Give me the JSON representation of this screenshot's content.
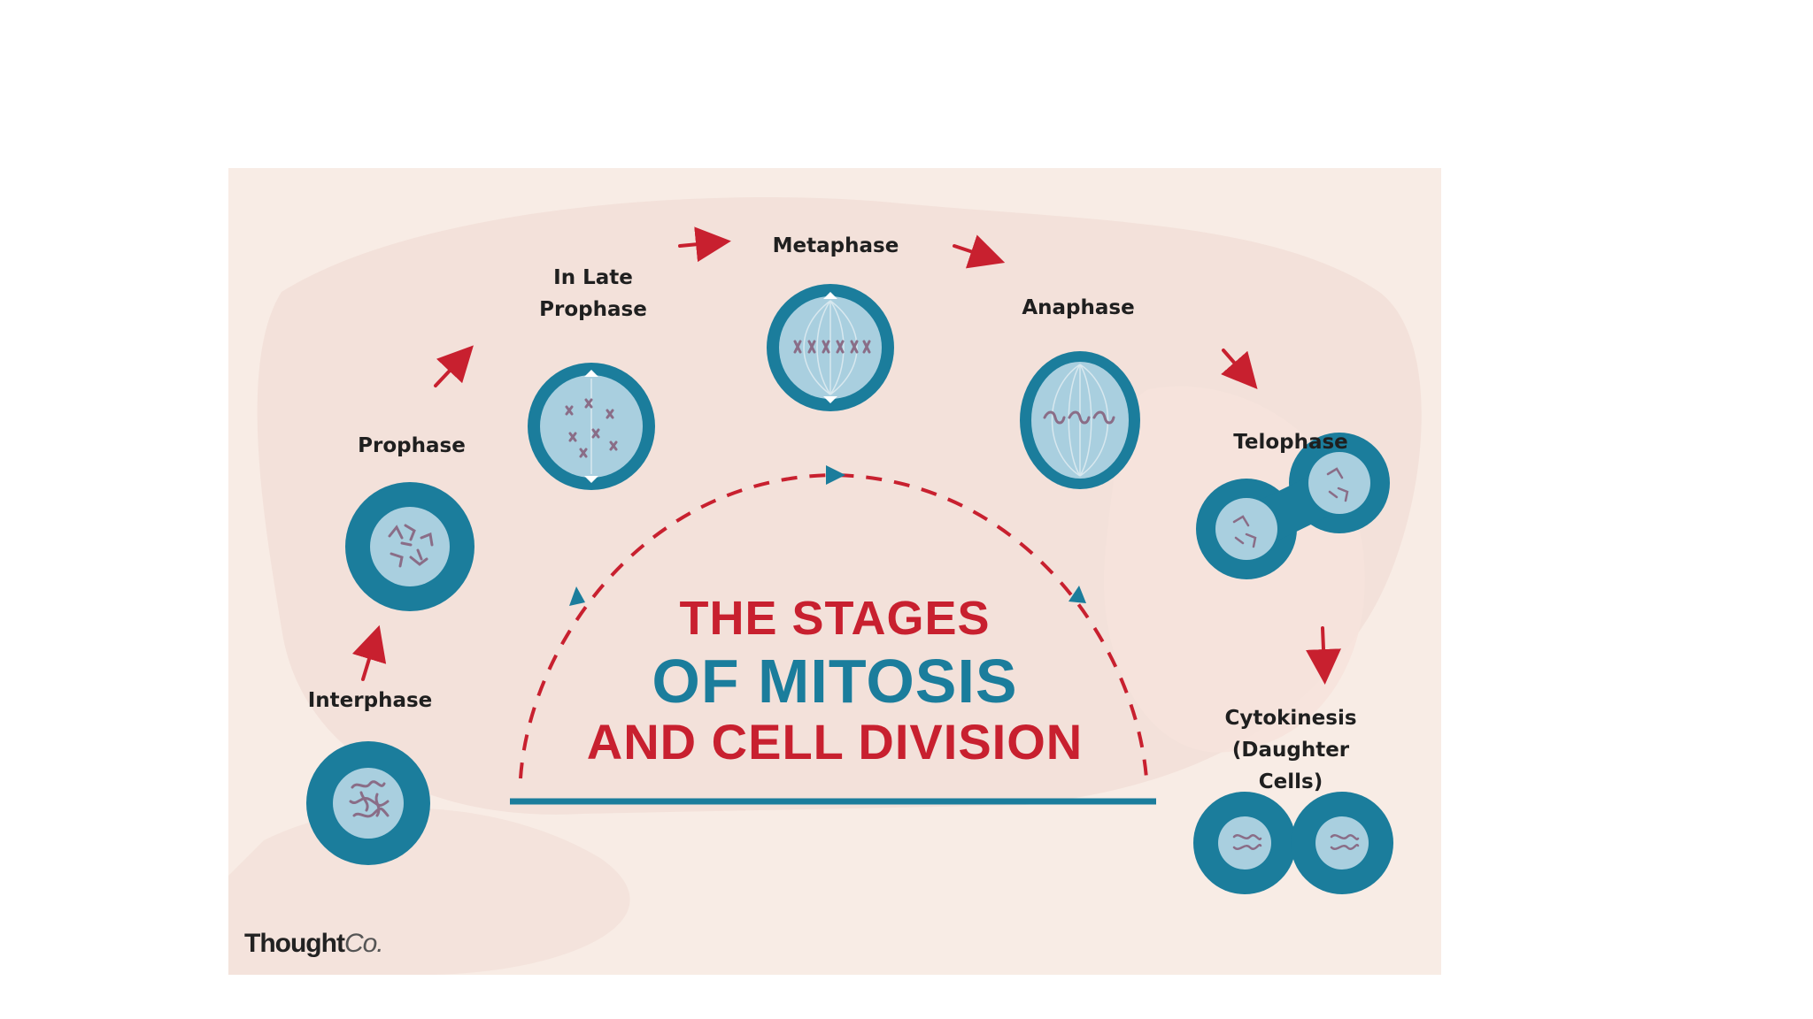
{
  "diagram": {
    "stages": [
      {
        "id": "interphase",
        "label": "Interphase"
      },
      {
        "id": "prophase",
        "label": "Prophase"
      },
      {
        "id": "late-prophase",
        "label": "In Late\nProphase"
      },
      {
        "id": "metaphase",
        "label": "Metaphase"
      },
      {
        "id": "anaphase",
        "label": "Anaphase"
      },
      {
        "id": "telophase",
        "label": "Telophase"
      },
      {
        "id": "cytokinesis",
        "label": "Cytokinesis\n(Daughter Cells)"
      }
    ],
    "title": {
      "line1": "THE STAGES",
      "line2": "OF MITOSIS",
      "line3": "AND CELL DIVISION"
    },
    "brand": {
      "name": "Thought",
      "suffix": "Co."
    },
    "colors": {
      "background": "#f8ece5",
      "cell_outer": "#1b7d9c",
      "cell_inner": "#a9cfdf",
      "chromosome": "#8a6d87",
      "arrow": "#c8202f",
      "title_red": "#c8202f",
      "title_blue": "#1b7d9c"
    }
  }
}
